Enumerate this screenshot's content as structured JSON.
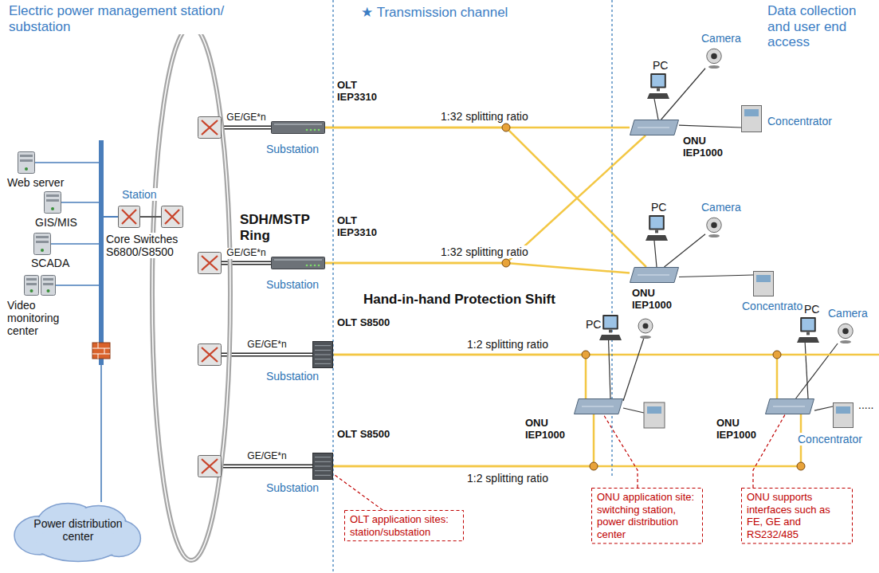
{
  "diagram": {
    "nodes": [
      {
        "text": [
          "Web server"
        ]
      },
      {
        "text": [
          "GIS/MIS"
        ]
      },
      {
        "text": [
          "SCADA"
        ]
      },
      {
        "text": [
          "Video monitoring center"
        ]
      },
      {
        "text": [
          "Power distribution center"
        ]
      },
      {
        "text": [
          "Core Switches S6800/S8500"
        ]
      },
      {
        "text": [
          "SDH/MSTP Ring"
        ]
      },
      {
        "text": [
          "Substation"
        ]
      },
      {
        "text": [
          "Substation"
        ]
      },
      {
        "text": [
          "Substation"
        ]
      },
      {
        "text": [
          "Substation"
        ]
      },
      {
        "text": [
          "OLT IEP3310"
        ]
      },
      {
        "text": [
          "OLT IEP3310"
        ]
      },
      {
        "text": [
          "OLT S8500"
        ]
      },
      {
        "text": [
          "OLT S8500"
        ]
      },
      {
        "text": [
          "ONU IEP1000"
        ]
      },
      {
        "text": [
          "ONU IEP1000"
        ]
      },
      {
        "text": [
          "ONU IEP1000"
        ]
      },
      {
        "text": [
          "ONU IEP1000"
        ]
      },
      {
        "text": [
          "PC"
        ]
      },
      {
        "text": [
          "Camera"
        ]
      },
      {
        "text": [
          "Concentrator"
        ]
      },
      {
        "text": [
          "PC"
        ]
      },
      {
        "text": [
          "Camera"
        ]
      },
      {
        "text": [
          "Concentrator"
        ]
      },
      {
        "text": [
          "PC"
        ]
      },
      {
        "text": [
          "PC"
        ]
      },
      {
        "text": [
          "Camera"
        ]
      },
      {
        "text": [
          "Concentrator"
        ]
      },
      {
        "text": [
          "OLT application sites: station/substation"
        ]
      },
      {
        "text": [
          "ONU application site: switching station, power distribution center"
        ]
      },
      {
        "text": [
          "ONU supports interfaces such as FE, GE and RS232/485"
        ]
      }
    ],
    "edges": [
      {
        "from": 0,
        "to": 5,
        "arrow": "none"
      },
      {
        "from": 1,
        "to": 5,
        "arrow": "none"
      },
      {
        "from": 2,
        "to": 5,
        "arrow": "none"
      },
      {
        "from": 3,
        "to": 5,
        "arrow": "none"
      },
      {
        "from": 4,
        "to": 5,
        "arrow": "none"
      },
      {
        "from": 7,
        "to": 11,
        "label": "GE/GE*n",
        "arrow": "none"
      },
      {
        "from": 8,
        "to": 12,
        "label": "GE/GE*n",
        "arrow": "none"
      },
      {
        "from": 9,
        "to": 13,
        "label": "GE/GE*n",
        "arrow": "none"
      },
      {
        "from": 10,
        "to": 14,
        "label": "GE/GE*n",
        "arrow": "none"
      },
      {
        "from": 11,
        "to": 15,
        "arrow": "none"
      },
      {
        "from": 11,
        "to": 16,
        "arrow": "none"
      },
      {
        "from": 12,
        "to": 15,
        "arrow": "none"
      },
      {
        "from": 12,
        "to": 16,
        "arrow": "none"
      },
      {
        "from": 13,
        "to": 17,
        "arrow": "none"
      },
      {
        "from": 13,
        "to": 18,
        "arrow": "none"
      },
      {
        "from": 14,
        "to": 17,
        "arrow": "none"
      },
      {
        "from": 14,
        "to": 18,
        "arrow": "none"
      },
      {
        "from": 15,
        "to": 19,
        "arrow": "none"
      },
      {
        "from": 15,
        "to": 20,
        "arrow": "none"
      },
      {
        "from": 15,
        "to": 21,
        "arrow": "none"
      },
      {
        "from": 16,
        "to": 22,
        "arrow": "none"
      },
      {
        "from": 16,
        "to": 23,
        "arrow": "none"
      },
      {
        "from": 16,
        "to": 24,
        "arrow": "none"
      },
      {
        "from": 17,
        "to": 25,
        "arrow": "none"
      },
      {
        "from": 18,
        "to": 26,
        "arrow": "none"
      },
      {
        "from": 18,
        "to": 27,
        "arrow": "none"
      },
      {
        "from": 18,
        "to": 28,
        "arrow": "none"
      },
      {
        "from": 29,
        "to": 14,
        "arrow": "none"
      },
      {
        "from": 30,
        "to": 17,
        "arrow": "none"
      },
      {
        "from": 31,
        "to": 18,
        "arrow": "none"
      }
    ],
    "labels": [
      "Electric power management station/ substation",
      "★ Transmission channel",
      "Data collection and user end access",
      "Station",
      "1:32 splitting ratio",
      "1:32 splitting ratio",
      "Hand-in-hand Protection Shift",
      "1:2 splitting ratio",
      "1:2 splitting ratio",
      "....."
    ]
  }
}
